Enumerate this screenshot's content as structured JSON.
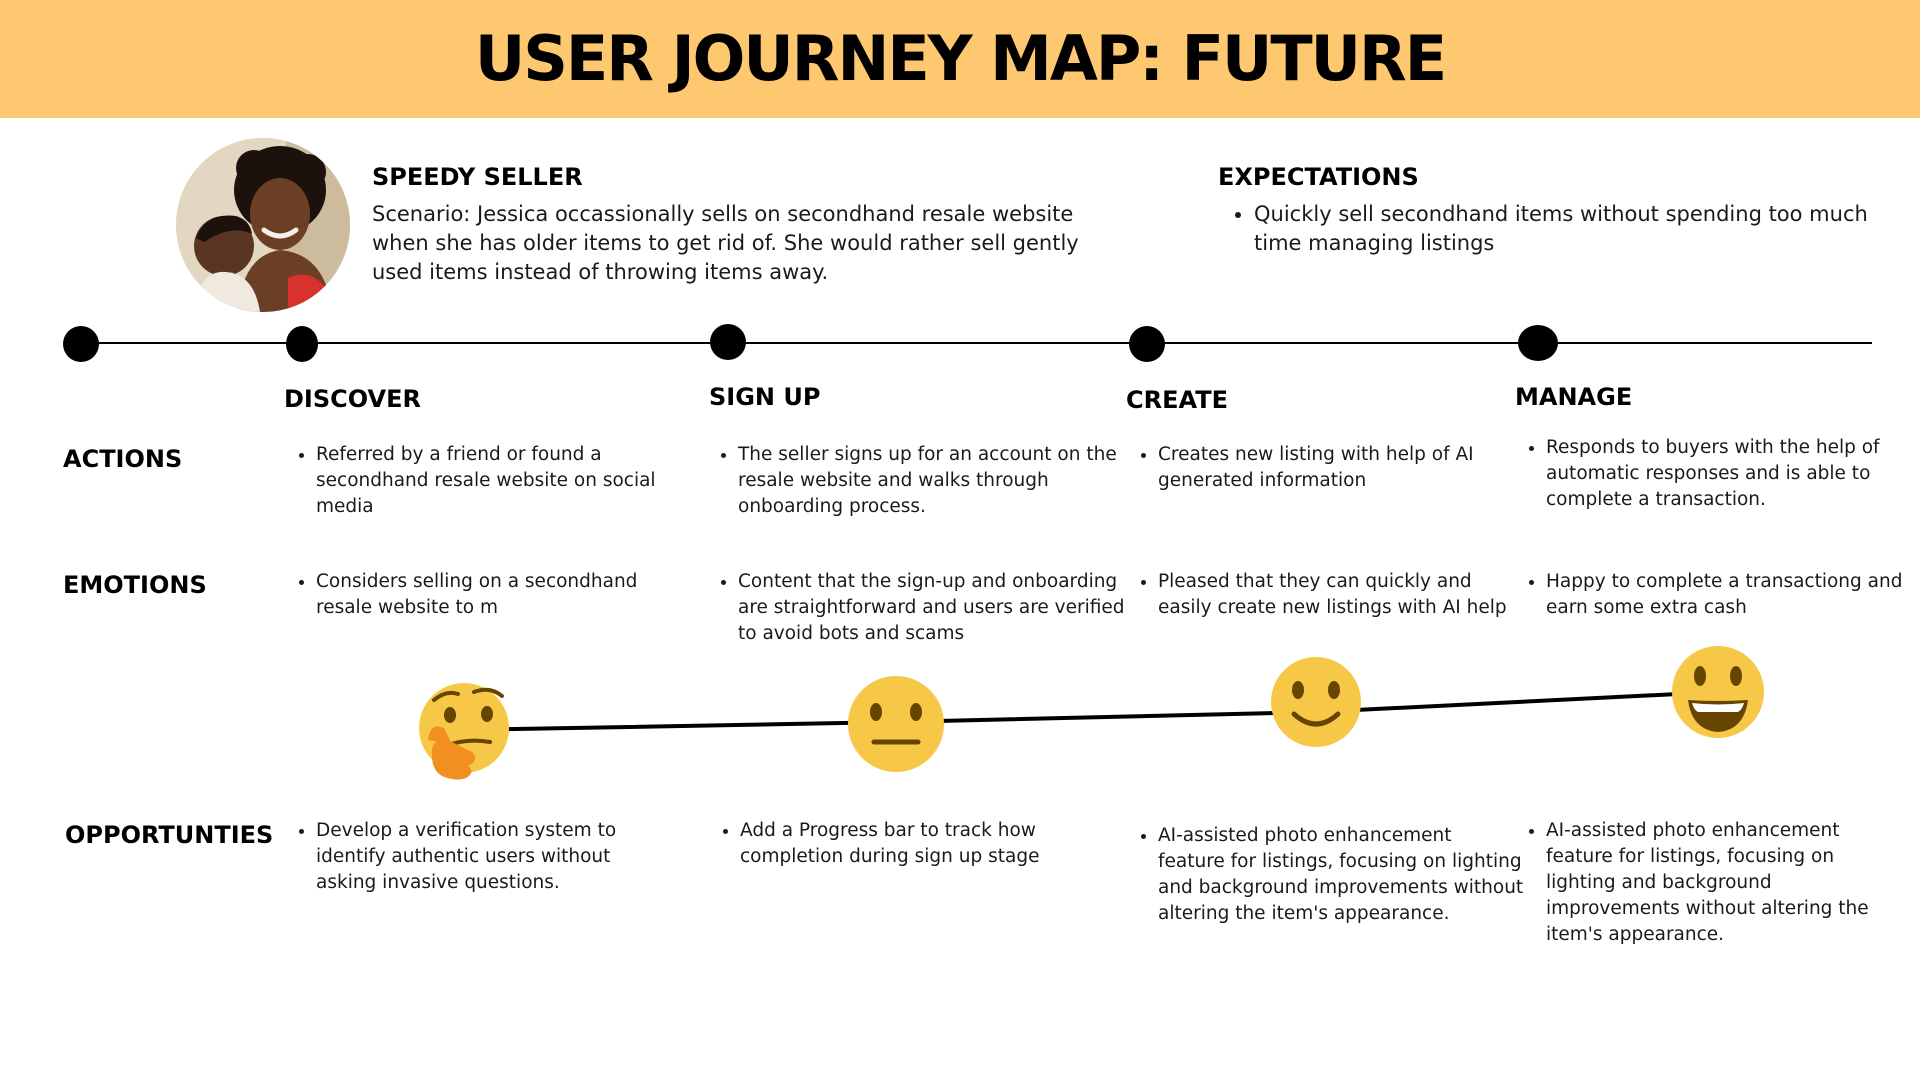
{
  "title": "USER JOURNEY MAP: FUTURE",
  "persona": {
    "name": "SPEEDY SELLER",
    "scenario": "Scenario: Jessica occassionally sells on secondhand resale website when she has older items to get rid of. She would rather sell gently used items instead of throwing items away."
  },
  "expectations": {
    "heading": "EXPECTATIONS",
    "items": [
      "Quickly sell secondhand items without spending too much time managing listings"
    ]
  },
  "stages": [
    "DISCOVER",
    "SIGN UP",
    "CREATE",
    "MANAGE"
  ],
  "rows": {
    "actions_label": "ACTIONS",
    "emotions_label": "EMOTIONS",
    "opportunities_label": "OPPORTUNTIES"
  },
  "actions": [
    "Referred by a friend or found a secondhand resale website on social media",
    "The seller signs up for an account on the resale website and walks through onboarding process.",
    "Creates new listing with help of AI generated information",
    "Responds to buyers with the help of automatic responses and is able to complete a transaction."
  ],
  "emotions": [
    "Considers selling on a secondhand resale website to m",
    "Content  that the sign-up and onboarding are straightforward and users are verified to avoid bots and scams",
    "Pleased that they can quickly and easily create new listings with AI help",
    "Happy to complete a transactiong and earn some extra cash"
  ],
  "emotion_icons": [
    "thinking-face-icon",
    "neutral-face-icon",
    "slightly-smiling-face-icon",
    "grinning-face-icon"
  ],
  "emotion_level": [
    1,
    2,
    3,
    4
  ],
  "opportunities": [
    "Develop a verification system to identify authentic users without asking invasive questions.",
    "Add a Progress bar to track how completion during sign up stage",
    "AI-assisted photo enhancement feature for listings, focusing on lighting and background improvements without altering the item's appearance.",
    "AI-assisted photo enhancement feature for listings, focusing on lighting and background improvements without altering the item's appearance."
  ],
  "colors": {
    "banner": "#FEC871",
    "emoji_face": "#F7C748",
    "emoji_features": "#664500",
    "hand": "#F19020",
    "line": "#000000"
  }
}
